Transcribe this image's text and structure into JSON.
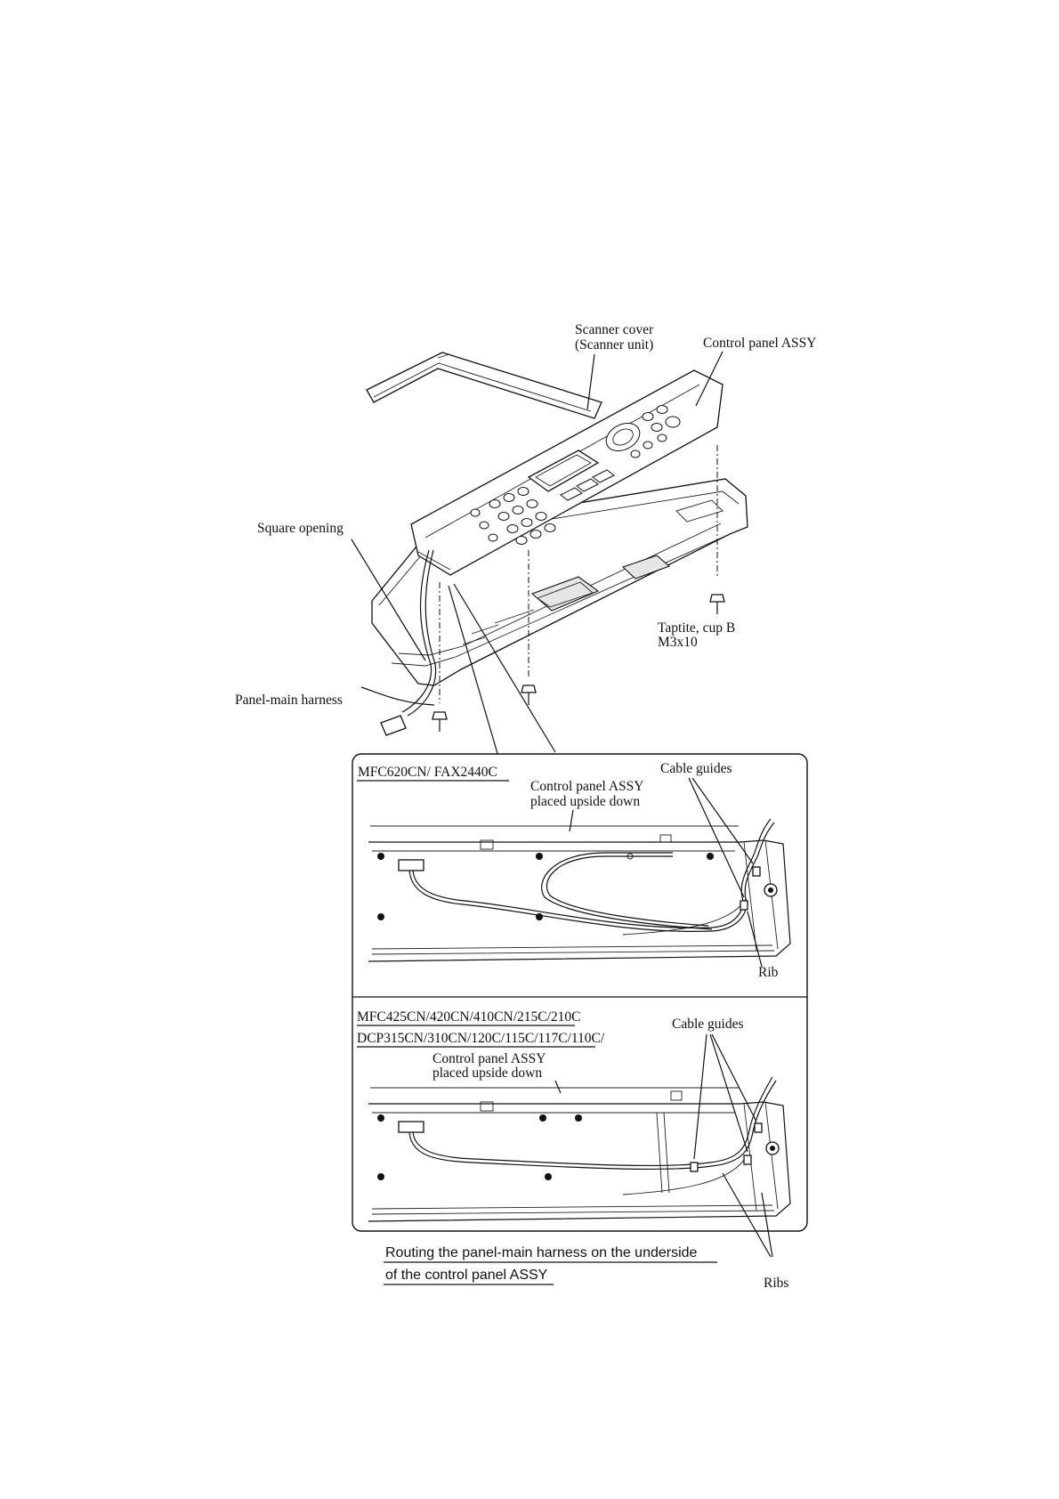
{
  "labels": {
    "scanner_cover_line1": "Scanner cover",
    "scanner_cover_line2": "(Scanner unit)",
    "control_panel_assy": "Control panel ASSY",
    "square_opening": "Square opening",
    "taptite_line1": "Taptite, cup B",
    "taptite_line2": "M3x10",
    "panel_main_harness": "Panel-main harness"
  },
  "detail_top": {
    "models": "MFC620CN/ FAX2440C",
    "cable_guides": "Cable guides",
    "panel_line1": "Control panel ASSY",
    "panel_line2": "placed upside down",
    "rib": "Rib"
  },
  "detail_bottom": {
    "models_line1": "MFC425CN/420CN/410CN/215C/210C",
    "models_line2": "DCP315CN/310CN/120C/115C/117C/110C/",
    "cable_guides": "Cable guides",
    "panel_line1": "Control panel ASSY",
    "panel_line2": "placed upside down",
    "ribs": "Ribs"
  },
  "caption": {
    "line1": "Routing the panel-main harness on the underside",
    "line2": "of the control panel ASSY"
  }
}
